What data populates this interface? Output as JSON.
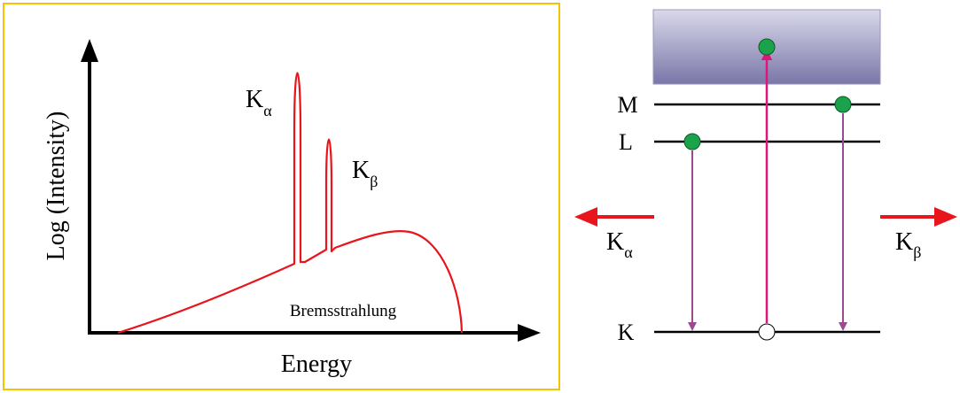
{
  "spectrum_panel": {
    "y_axis_label": "Log (Intensity)",
    "x_axis_label": "Energy",
    "continuum_label": "Bremsstrahlung",
    "peak_alpha": {
      "letter": "K",
      "subscript": "α"
    },
    "peak_beta": {
      "letter": "K",
      "subscript": "β"
    },
    "frame_color": "#f5c400",
    "curve_color": "#e8151c"
  },
  "level_panel": {
    "levels": [
      {
        "id": "M",
        "label": "M"
      },
      {
        "id": "L",
        "label": "L"
      },
      {
        "id": "K",
        "label": "K"
      }
    ],
    "emission_left": {
      "letter": "K",
      "subscript": "α"
    },
    "emission_right": {
      "letter": "K",
      "subscript": "β"
    },
    "electron_color": "#1aa34a",
    "vacancy_color": "#ffffff",
    "transition_color": "#9b4a8f",
    "excitation_color": "#e0147a",
    "emission_arrow_color": "#e8151c",
    "continuum_gradient": [
      "#d9d9ea",
      "#7a76a8"
    ]
  }
}
